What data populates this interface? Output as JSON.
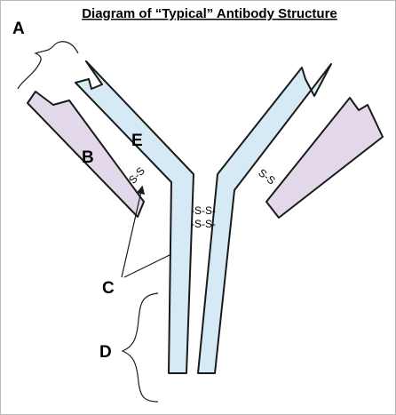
{
  "title": "Diagram of “Typical” Antibody Structure",
  "labels": {
    "a": "A",
    "b": "B",
    "c": "C",
    "d": "D",
    "e": "E"
  },
  "disulfide_bonds": {
    "left_arm": "S-S",
    "right_arm": "S-S",
    "hinge_upper": "-S-S-",
    "hinge_lower": "-S-S-"
  },
  "colors": {
    "heavy_chain": "#d6eaf5",
    "light_chain": "#e3d8ea",
    "outline": "#1a1a1a"
  }
}
